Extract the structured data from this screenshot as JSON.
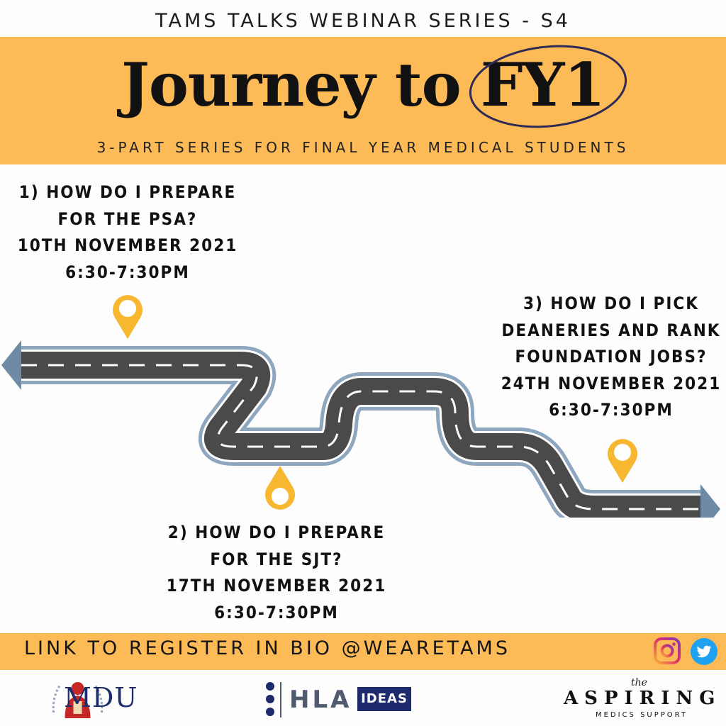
{
  "header": {
    "series": "TAMS TALKS WEBINAR SERIES - S4",
    "title": "Journey to FY1",
    "subtitle": "3-PART SERIES FOR FINAL YEAR MEDICAL STUDENTS"
  },
  "sessions": [
    {
      "lines": [
        "1) HOW DO I PREPARE",
        "FOR THE PSA?",
        "10TH NOVEMBER 2021",
        "6:30-7:30PM"
      ]
    },
    {
      "lines": [
        "2) HOW DO I PREPARE",
        "FOR THE SJT?",
        "17TH NOVEMBER 2021",
        "6:30-7:30PM"
      ]
    },
    {
      "lines": [
        "3) HOW DO I PICK",
        "DEANERIES AND RANK",
        "FOUNDATION JOBS?",
        "24TH NOVEMBER 2021",
        "6:30-7:30PM"
      ]
    }
  ],
  "footer": {
    "register": "LINK TO REGISTER IN BIO @WEARETAMS"
  },
  "logos": {
    "mdu": "MDU",
    "hla": "HLA",
    "ideas": "IDEAS",
    "aspiring_the": "the",
    "aspiring_main": "ASPIRING",
    "aspiring_sub": "MEDICS SUPPORT"
  },
  "colors": {
    "band": "#fdbb57",
    "pin": "#f7b731",
    "road": "#4a4a4a",
    "road_edge": "#8fa6bf"
  }
}
